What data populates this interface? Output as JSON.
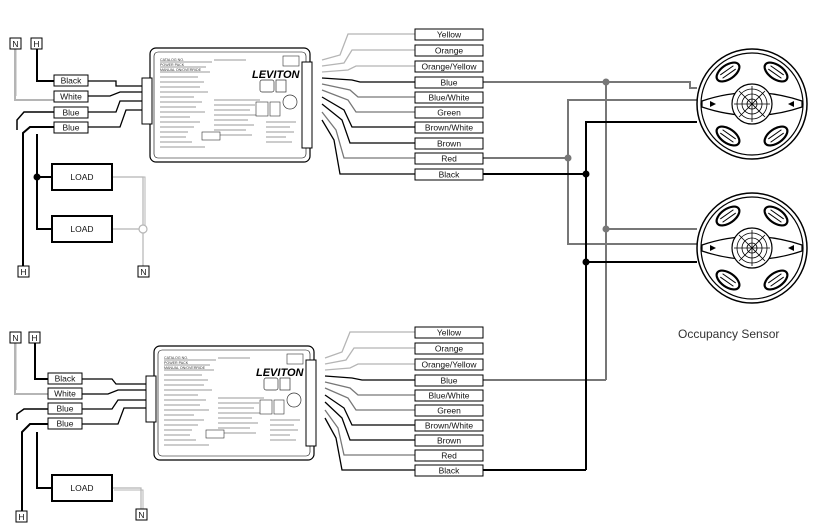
{
  "wiring_diagram": {
    "wire_colors": {
      "black": "#000000",
      "gray": "#777777",
      "light_gray": "#b5b5b5"
    },
    "terminals": {
      "neutral": "N",
      "hot": "H"
    },
    "input_wires": [
      "Black",
      "White",
      "Blue",
      "Blue"
    ],
    "output_wires": [
      "Yellow",
      "Orange",
      "Orange/Yellow",
      "Blue",
      "Blue/White",
      "Green",
      "Brown/White",
      "Brown",
      "Red",
      "Black"
    ],
    "load_label": "LOAD",
    "power_pack": {
      "brand": "LEVITON",
      "model_lines": [
        "CATALOG NO.",
        "POWER PACK",
        "MANUAL ON/OVERRIDE"
      ]
    },
    "sensor_caption": "Occupancy Sensor"
  }
}
